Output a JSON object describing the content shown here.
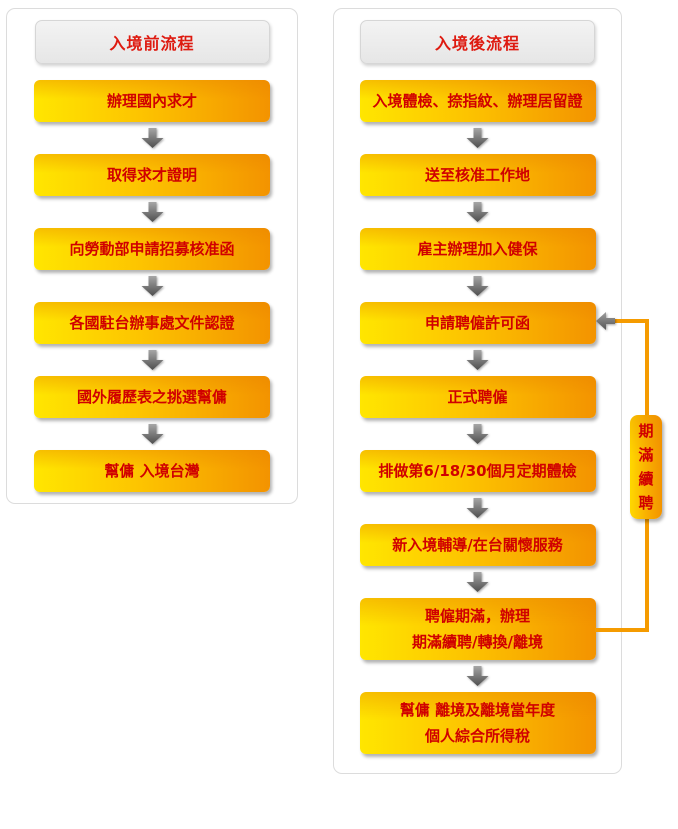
{
  "left_panel": {
    "header": "入境前流程",
    "steps": [
      "辦理國內求才",
      "取得求才證明",
      "向勞動部申請招募核准函",
      "各國駐台辦事處文件認證",
      "國外履歷表之挑選幫傭",
      "幫傭 入境台灣"
    ]
  },
  "right_panel": {
    "header": "入境後流程",
    "steps": [
      "入境體檢、捺指紋、辦理居留證",
      "送至核准工作地",
      "雇主辦理加入健保",
      "申請聘僱許可函",
      "正式聘僱",
      "排做第6/18/30個月定期體檢",
      "新入境輔導/在台關懷服務",
      "聘僱期滿，辦理\n期滿續聘/轉換/離境",
      "幫傭 離境及離境當年度\n個人綜合所得稅"
    ]
  },
  "loop": {
    "label": "期滿續聘"
  },
  "icons": {
    "down_arrow": "solid gray down arrow",
    "left_arrow": "solid gray left arrow"
  },
  "colors": {
    "step_gradient_start": "#ffe600",
    "step_gradient_end": "#f39300",
    "step_text": "#d00000",
    "header_text": "#de1a10",
    "header_bg": "#ececec",
    "loop_line": "#f59b00",
    "arrow_gray_light": "#a6a6a6",
    "arrow_gray_dark": "#4e4e4e",
    "panel_border": "#dcdcdc"
  }
}
